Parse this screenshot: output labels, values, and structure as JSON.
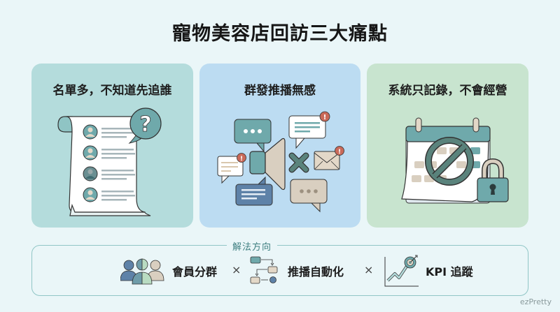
{
  "title": "寵物美容店回訪三大痛點",
  "cards": [
    {
      "title": "名單多，不知道先追誰",
      "icon": "scroll-member-list-with-question-icon",
      "bg": "#b4dcdc"
    },
    {
      "title": "群發推播無感",
      "icon": "megaphone-muted-messages-icon",
      "bg": "#bcdcf2"
    },
    {
      "title": "系統只記錄，不會經營",
      "icon": "calendar-blocked-lock-icon",
      "bg": "#c8e4cf"
    }
  ],
  "solution": {
    "label": "解法方向",
    "items": [
      {
        "text": "會員分群",
        "icon": "member-group-icon"
      },
      {
        "text": "推播自動化",
        "icon": "automation-flow-icon"
      },
      {
        "text": "KPI 追蹤",
        "icon": "kpi-target-chart-icon"
      }
    ],
    "separator": "×"
  },
  "watermark": "ezPretty",
  "colors": {
    "page_bg": "#eaf6f8",
    "teal": "#6fa9ab",
    "dark_teal": "#4f7f7c",
    "beige": "#d9cfc0",
    "blue": "#5e82a8",
    "alert_red": "#c96a5a",
    "border": "#90c6c6"
  }
}
